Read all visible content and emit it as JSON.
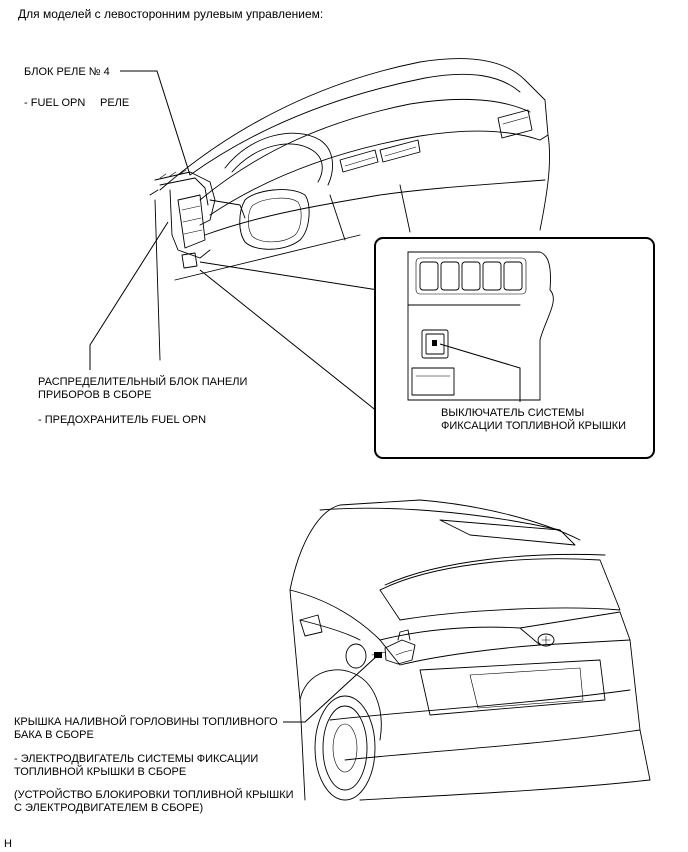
{
  "heading": "Для моделей с левосторонним рулевым управлением:",
  "relay_block": {
    "title": "БЛОК РЕЛЕ № 4",
    "item_prefix": "- FUEL OPN",
    "item_suffix": "РЕЛЕ"
  },
  "junction_block": {
    "line1": "РАСПРЕДЕЛИТЕЛЬНЫЙ БЛОК ПАНЕЛИ",
    "line2": "ПРИБОРОВ В СБОРЕ",
    "item": "- ПРЕДОХРАНИТЕЛЬ FUEL OPN"
  },
  "switch_label": {
    "line1": "ВЫКЛЮЧАТЕЛЬ СИСТЕМЫ",
    "line2": "ФИКСАЦИИ ТОПЛИВНОЙ КРЫШКИ"
  },
  "fuel_lid": {
    "line1": "КРЫШКА НАЛИВНОЙ ГОРЛОВИНЫ ТОПЛИВНОГО",
    "line2": "БАКА В СБОРЕ",
    "motor_line1": "- ЭЛЕКТРОДВИГАТЕЛЬ СИСТЕМЫ ФИКСАЦИИ",
    "motor_line2": "ТОПЛИВНОЙ КРЫШКИ В СБОРЕ",
    "note_line1": "(УСТРОЙСТВО БЛОКИРОВКИ ТОПЛИВНОЙ КРЫШКИ",
    "note_line2": "С ЭЛЕКТРОДВИГАТЕЛЕМ В СБОРЕ)"
  },
  "corner_code": "H"
}
